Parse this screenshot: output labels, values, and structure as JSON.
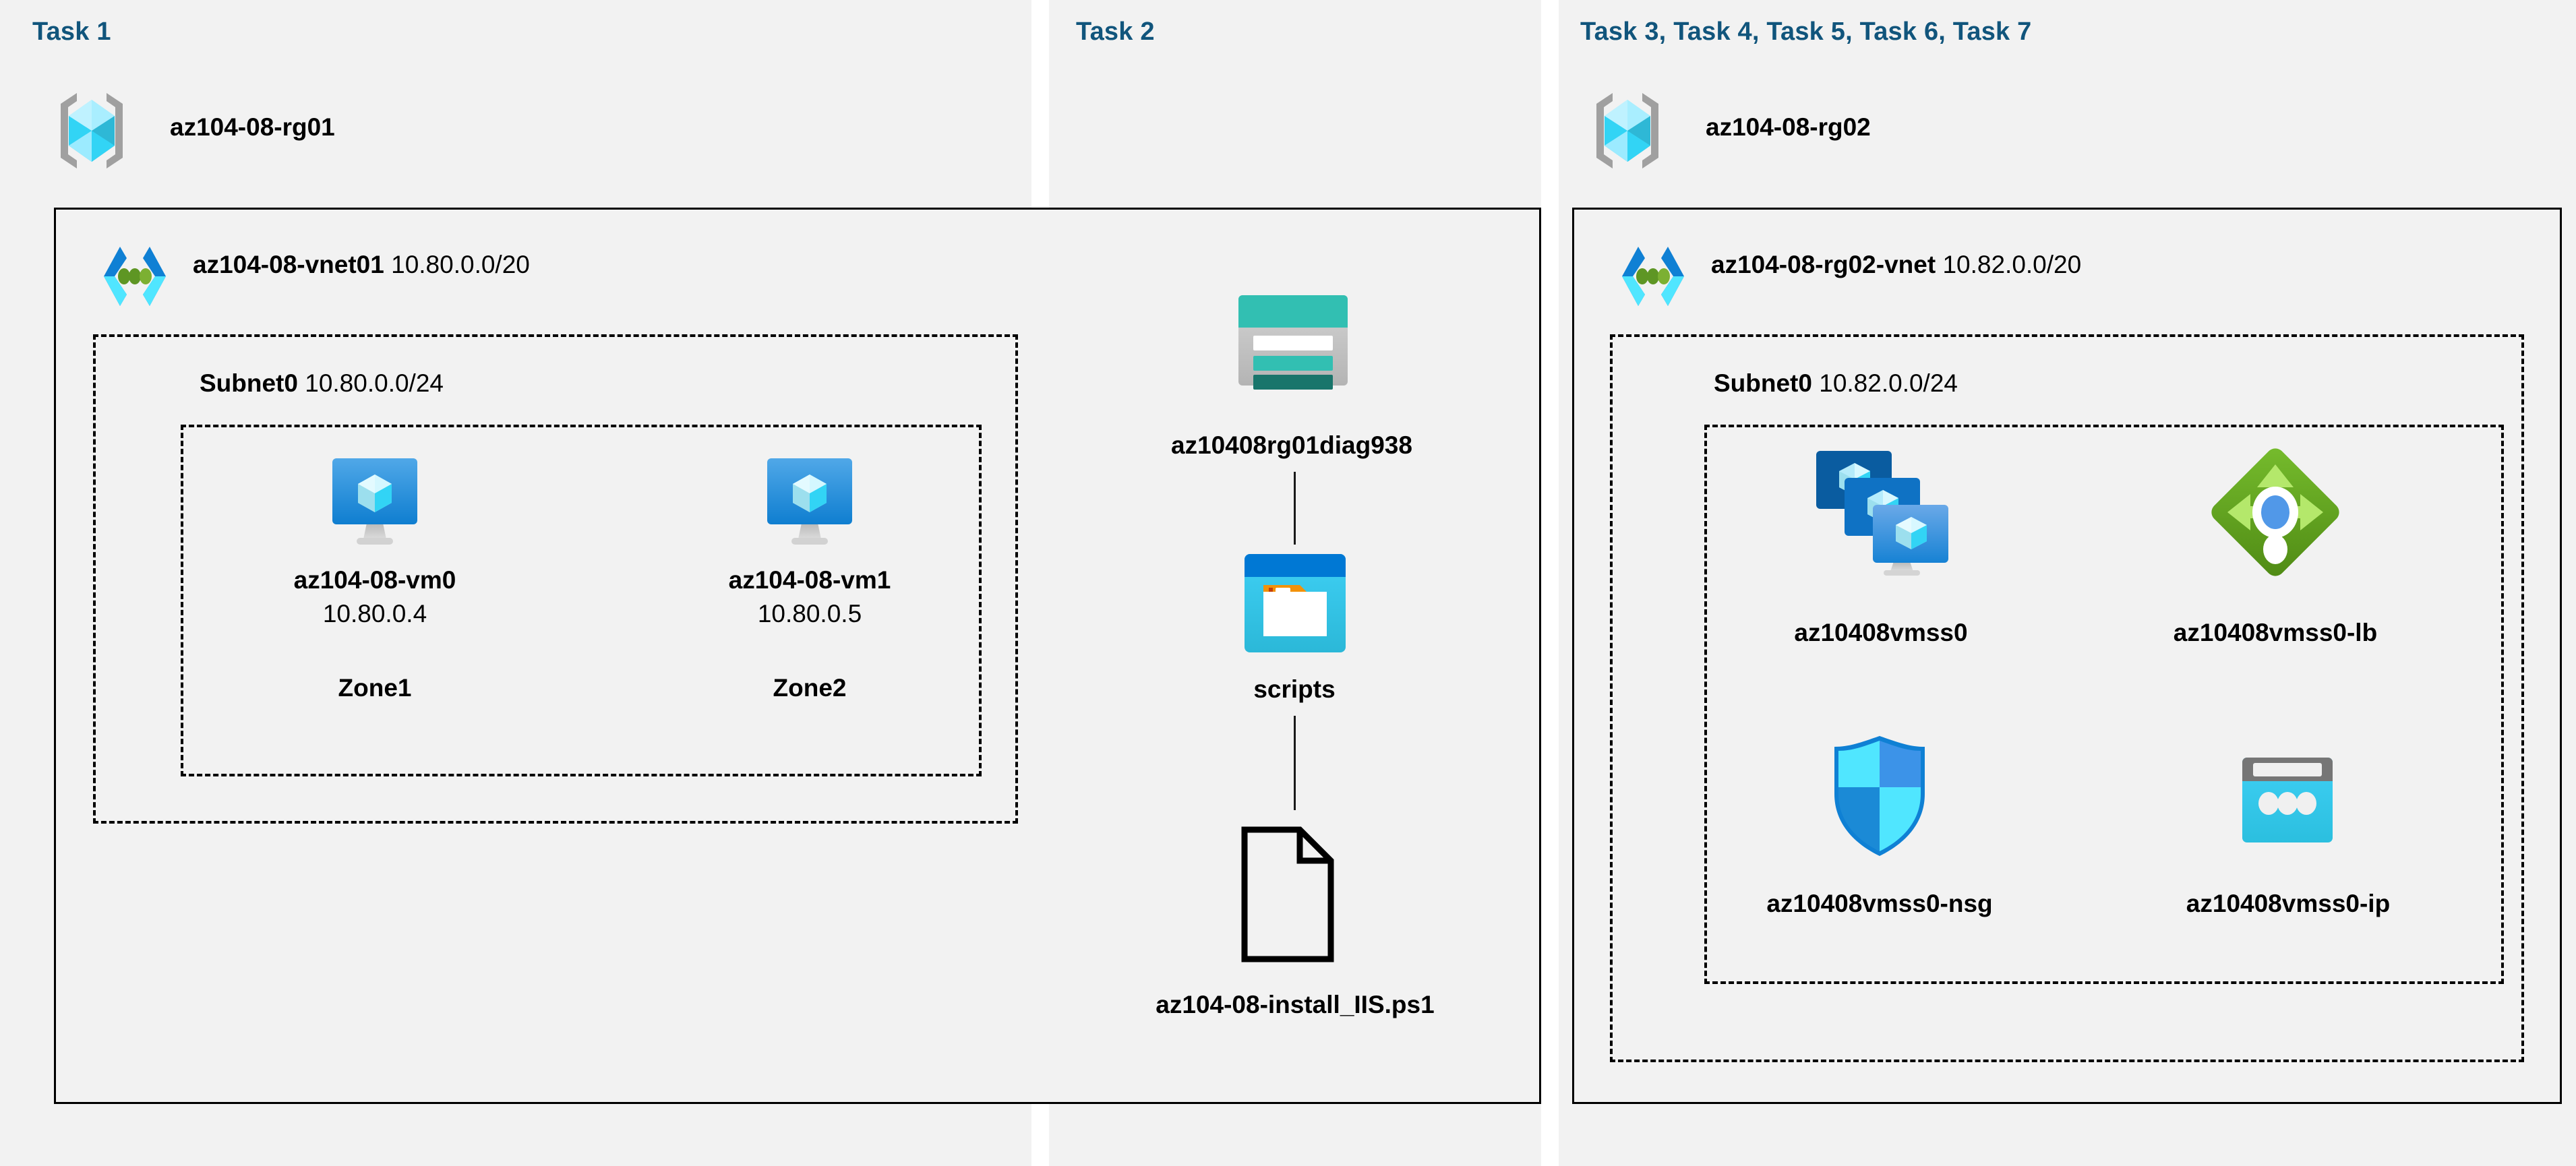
{
  "meta": {
    "background": "#ffffff",
    "panel_bg": "#f2f2f2",
    "title_color": "#11557c",
    "border_color": "#000000"
  },
  "columns": [
    {
      "id": "task1",
      "title": "Task 1",
      "resource_group": {
        "name": "az104-08-rg01",
        "icon": "resource-group-icon"
      },
      "vnet": {
        "name": "az104-08-vnet01",
        "cidr": "10.80.0.0/20",
        "icon": "virtual-network-icon"
      },
      "subnet": {
        "name": "Subnet0",
        "cidr": "10.80.0.0/24"
      },
      "vms": [
        {
          "name": "az104-08-vm0",
          "ip": "10.80.0.4",
          "zone": "Zone1",
          "icon": "virtual-machine-icon"
        },
        {
          "name": "az104-08-vm1",
          "ip": "10.80.0.5",
          "zone": "Zone2",
          "icon": "virtual-machine-icon"
        }
      ]
    },
    {
      "id": "task2",
      "title": "Task 2",
      "items": [
        {
          "name": "az10408rg01diag938",
          "icon": "storage-account-icon"
        },
        {
          "name": "scripts",
          "icon": "blob-container-icon"
        },
        {
          "name": "az104-08-install_IIS.ps1",
          "icon": "file-icon"
        }
      ]
    },
    {
      "id": "task3",
      "title": "Task 3, Task 4, Task 5, Task 6, Task 7",
      "resource_group": {
        "name": "az104-08-rg02",
        "icon": "resource-group-icon"
      },
      "vnet": {
        "name": "az104-08-rg02-vnet",
        "cidr": "10.82.0.0/20",
        "icon": "virtual-network-icon"
      },
      "subnet": {
        "name": "Subnet0",
        "cidr": "10.82.0.0/24"
      },
      "resources": [
        {
          "name": "az10408vmss0",
          "icon": "vm-scale-set-icon"
        },
        {
          "name": "az10408vmss0-lb",
          "icon": "load-balancer-icon"
        },
        {
          "name": "az10408vmss0-nsg",
          "icon": "network-security-group-icon"
        },
        {
          "name": "az10408vmss0-ip",
          "icon": "public-ip-address-icon"
        }
      ]
    }
  ],
  "colors": {
    "azure_blue": "#0078d4",
    "cube_light": "#9cebff",
    "cube_mid": "#32d4f5",
    "cube_dark": "#2eb8d6",
    "vnet_blue": "#0f80d4",
    "vnet_cyan": "#50e6ff",
    "vnet_green": "#5e9624",
    "storage_teal": "#32bfb2",
    "storage_dark_teal": "#19756b",
    "lb_green": "#5e9624",
    "nsg_blue": "#0f80d4"
  }
}
